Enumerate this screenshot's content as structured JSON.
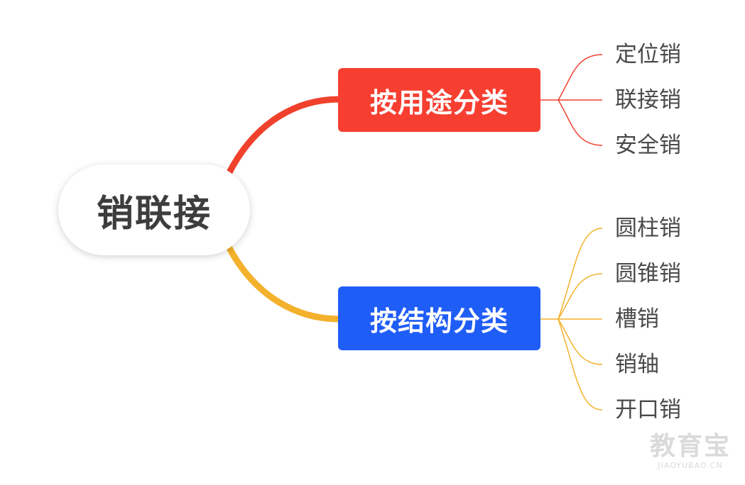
{
  "root": {
    "label": "销联接"
  },
  "branches": [
    {
      "label": "按用途分类",
      "color": "#f63f31",
      "line_color": "#f0412d",
      "leaves": [
        "定位销",
        "联接销",
        "安全销"
      ]
    },
    {
      "label": "按结构分类",
      "color": "#1f5df7",
      "line_color": "#f3b12c",
      "leaves": [
        "圆柱销",
        "圆锥销",
        "槽销",
        "销轴",
        "开口销"
      ]
    }
  ],
  "watermark": {
    "main": "教育宝",
    "sub": "JIAOYUBAO.CN"
  }
}
